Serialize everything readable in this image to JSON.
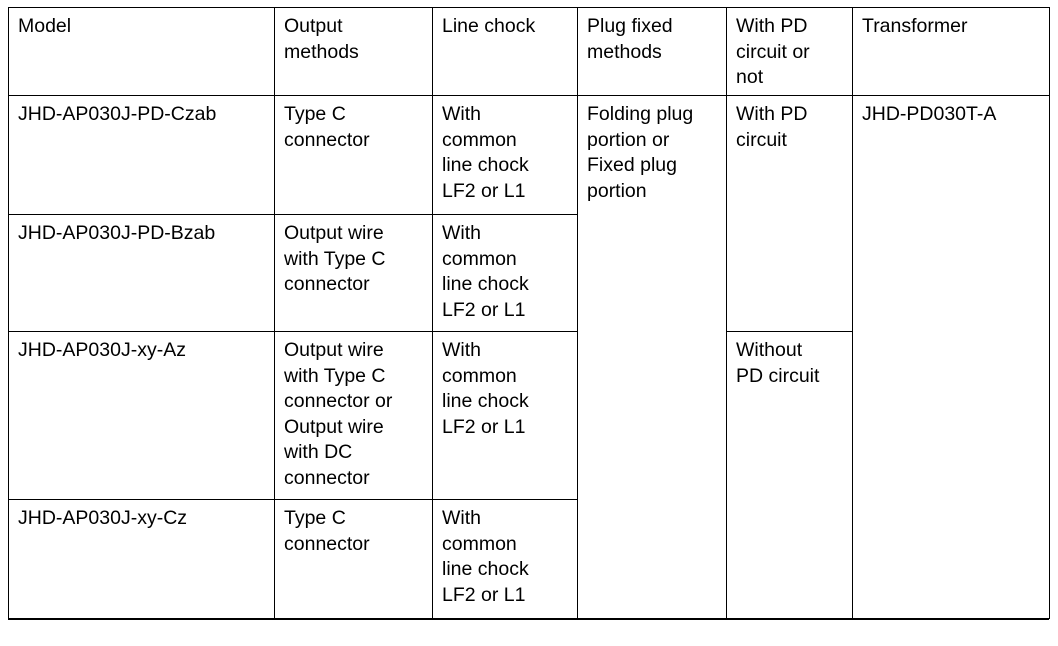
{
  "table": {
    "name": "product-model-specification-table",
    "columns": [
      {
        "key": "model",
        "label": "Model"
      },
      {
        "key": "output",
        "label": "Output\nmethods"
      },
      {
        "key": "chock",
        "label": "Line chock"
      },
      {
        "key": "plug",
        "label": "Plug fixed\nmethods"
      },
      {
        "key": "pd",
        "label": "With PD\ncircuit or\nnot"
      },
      {
        "key": "transformer",
        "label": "Transformer"
      }
    ],
    "rows": [
      {
        "model": "JHD-AP030J-PD-Czab",
        "output": "Type C\nconnector",
        "chock": "With\ncommon\nline chock\nLF2 or L1",
        "plug": "Folding plug\nportion or\nFixed plug\nportion",
        "pd": "With PD\ncircuit",
        "transformer": "JHD-PD030T-A"
      },
      {
        "model": "JHD-AP030J-PD-Bzab",
        "output": "Output wire\nwith Type C\nconnector",
        "chock": "With\ncommon\nline chock\nLF2 or L1"
      },
      {
        "model": "JHD-AP030J-xy-Az",
        "output": "Output wire\nwith Type C\nconnector or\nOutput wire\nwith DC\nconnector",
        "chock": "With\ncommon\nline chock\nLF2 or L1",
        "pd": "Without\nPD circuit"
      },
      {
        "model": "JHD-AP030J-xy-Cz",
        "output": "Type C\nconnector",
        "chock": "With\ncommon\nline chock\nLF2 or L1"
      }
    ],
    "merges": {
      "plug_rowspan": 4,
      "transformer_rowspan": 4,
      "pd_with_rowspan": 2,
      "pd_without_rowspan": 2
    },
    "colors": {
      "border": "#000000",
      "text": "#000000",
      "background": "#ffffff"
    }
  }
}
